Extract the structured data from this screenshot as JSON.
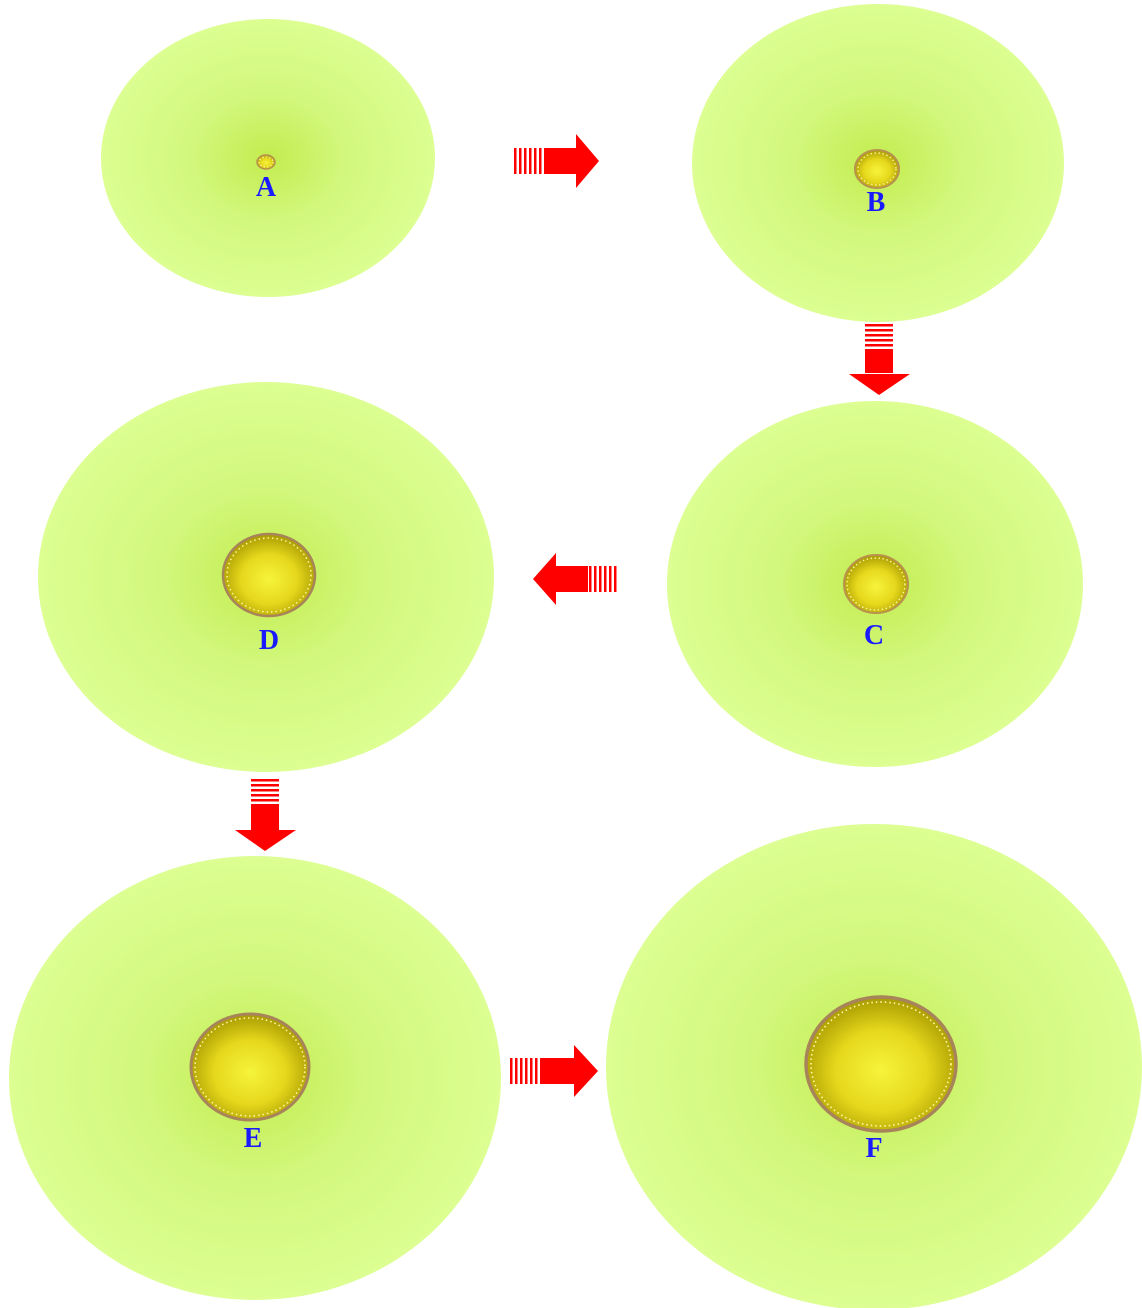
{
  "stages": [
    {
      "id": "A",
      "label": "A"
    },
    {
      "id": "B",
      "label": "B"
    },
    {
      "id": "C",
      "label": "C"
    },
    {
      "id": "D",
      "label": "D"
    },
    {
      "id": "E",
      "label": "E"
    },
    {
      "id": "F",
      "label": "F"
    }
  ],
  "arrows": [
    {
      "from": "A",
      "to": "B",
      "direction": "right"
    },
    {
      "from": "B",
      "to": "C",
      "direction": "down"
    },
    {
      "from": "C",
      "to": "D",
      "direction": "left"
    },
    {
      "from": "D",
      "to": "E",
      "direction": "down"
    },
    {
      "from": "E",
      "to": "F",
      "direction": "right"
    }
  ],
  "colors": {
    "halo_center": "#c9f062",
    "halo_edge": "#d9fd8f",
    "core_light": "#f4f23a",
    "core_dark": "#b9a800",
    "core_rim": "#a8845a",
    "core_dots": "#fff6a0",
    "arrow": "#ff0000",
    "label": "#1a1aff",
    "background": "#ffffff"
  }
}
